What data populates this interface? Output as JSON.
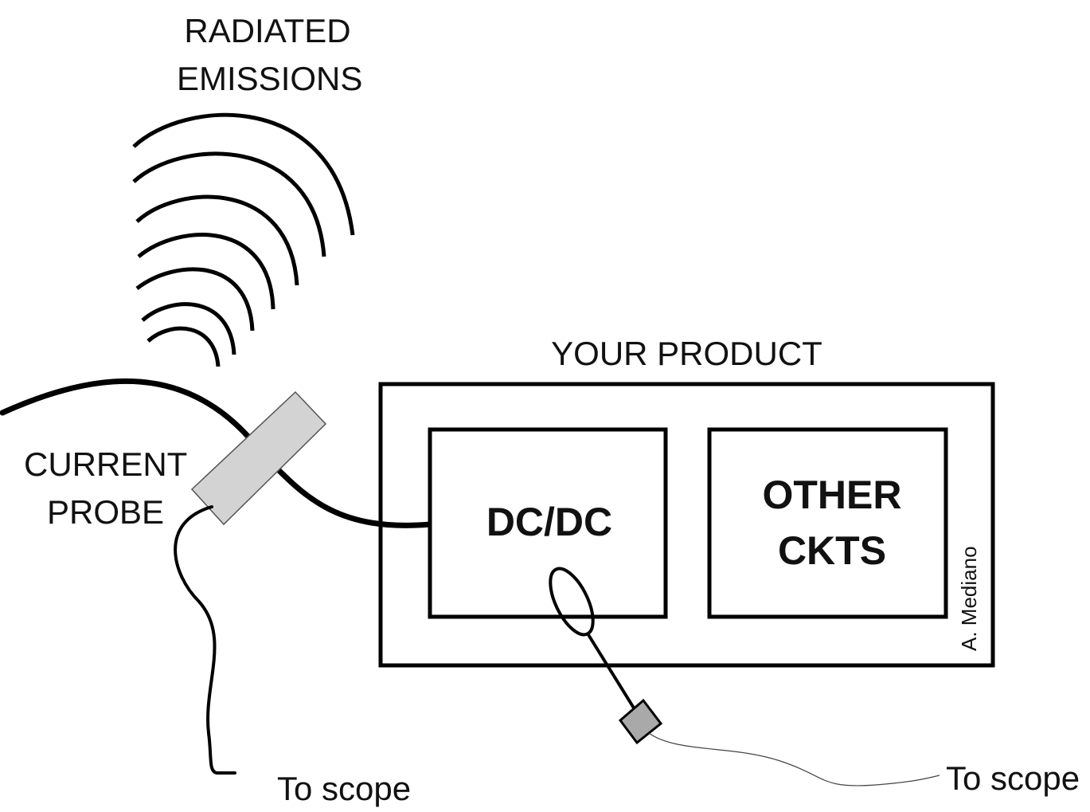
{
  "labels": {
    "radiated_line1": "RADIATED",
    "radiated_line2": "EMISSIONS",
    "your_product": "YOUR PRODUCT",
    "current_line1": "CURRENT",
    "current_line2": "PROBE",
    "dcdc": "DC/DC",
    "other_line1": "OTHER",
    "other_line2": "CKTS",
    "scope_left": "To scope",
    "scope_right": "To scope",
    "credit": "A. Mediano"
  },
  "colors": {
    "stroke": "#000000",
    "probe_fill": "#d3d3d3",
    "near_field_probe_fill": "#a9a9a9"
  }
}
